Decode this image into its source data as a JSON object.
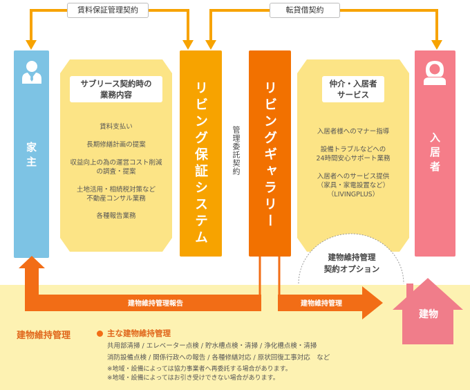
{
  "contracts": {
    "guarantee": "賃料保証管理契約",
    "sublease": "転貸借契約",
    "management": "管理委託契約"
  },
  "parties": {
    "owner": "家主",
    "tenant": "入居者",
    "building": "建物"
  },
  "companies": {
    "guarantee_system": "リビング保証システム",
    "gallery": "リビングギャラリー"
  },
  "left_panel": {
    "heading": "サブリース契約時の\n業務内容",
    "items": [
      "賃料支払い",
      "長期修繕計画の提案",
      "収益向上の為の運営コスト削減\nの調査・提案",
      "土地活用・相続税対策など\n不動産コンサル業務",
      "各種報告業務"
    ]
  },
  "right_panel": {
    "heading": "仲介・入居者\nサービス",
    "items": [
      "入居者様へのマナー指導",
      "設備トラブルなどへの\n24時間安心サポート業務",
      "入居者へのサービス提供\n（家具・家電設置など）\n（LIVINGPLUS）"
    ]
  },
  "option": "建物維持管理\n契約オプション",
  "arrows": {
    "report": "建物維持管理報告",
    "maintenance": "建物維持管理"
  },
  "footer": {
    "title": "建物維持管理",
    "bullet_title": "主な建物維持管理",
    "line1": "共用部清掃 / エレベーター点検 / 貯水槽点検・清掃 / 浄化槽点検・清掃",
    "line2": "消防設備点検 / 関係行政への報告 / 各種修繕対応 / 原状回復工事対応　など",
    "note1": "※地域・設備によっては協力事業者へ再委託する場合があります。",
    "note2": "※地域・設備によってはお引き受けできない場合があります。"
  },
  "icons": {
    "owner": "person-icon",
    "tenant": "woman-icon",
    "building": "house-icon"
  },
  "colors": {
    "owner_blue": "#7dc3e4",
    "guarantee_orange": "#f7a300",
    "gallery_orange": "#f27100",
    "tenant_pink": "#f57d89",
    "panel_yellow": "#fce486",
    "footer_yellow": "#fdf2b2",
    "arrow_orange": "#f26d16",
    "house_pink": "#f07d8a"
  }
}
